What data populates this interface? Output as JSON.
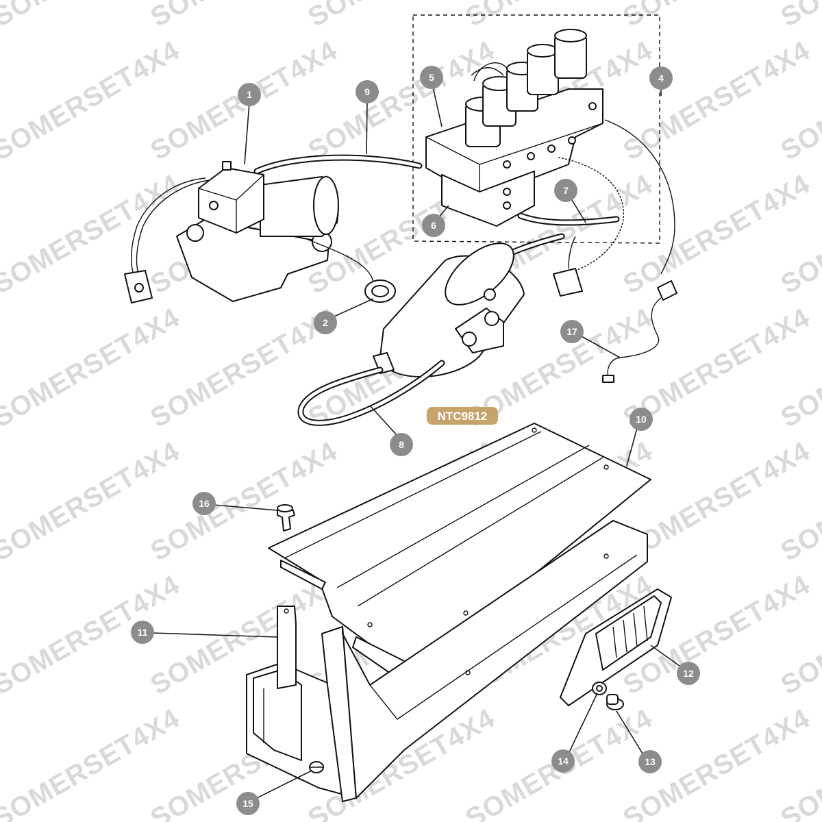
{
  "watermark": "SOMERSET4X4",
  "part_number": "NTC9812",
  "callouts": [
    {
      "label": "1"
    },
    {
      "label": "2"
    },
    {
      "label": "4"
    },
    {
      "label": "5"
    },
    {
      "label": "6"
    },
    {
      "label": "7"
    },
    {
      "label": "8"
    },
    {
      "label": "9"
    },
    {
      "label": "10"
    },
    {
      "label": "11"
    },
    {
      "label": "12"
    },
    {
      "label": "13"
    },
    {
      "label": "14"
    },
    {
      "label": "15"
    },
    {
      "label": "16"
    },
    {
      "label": "17"
    }
  ]
}
